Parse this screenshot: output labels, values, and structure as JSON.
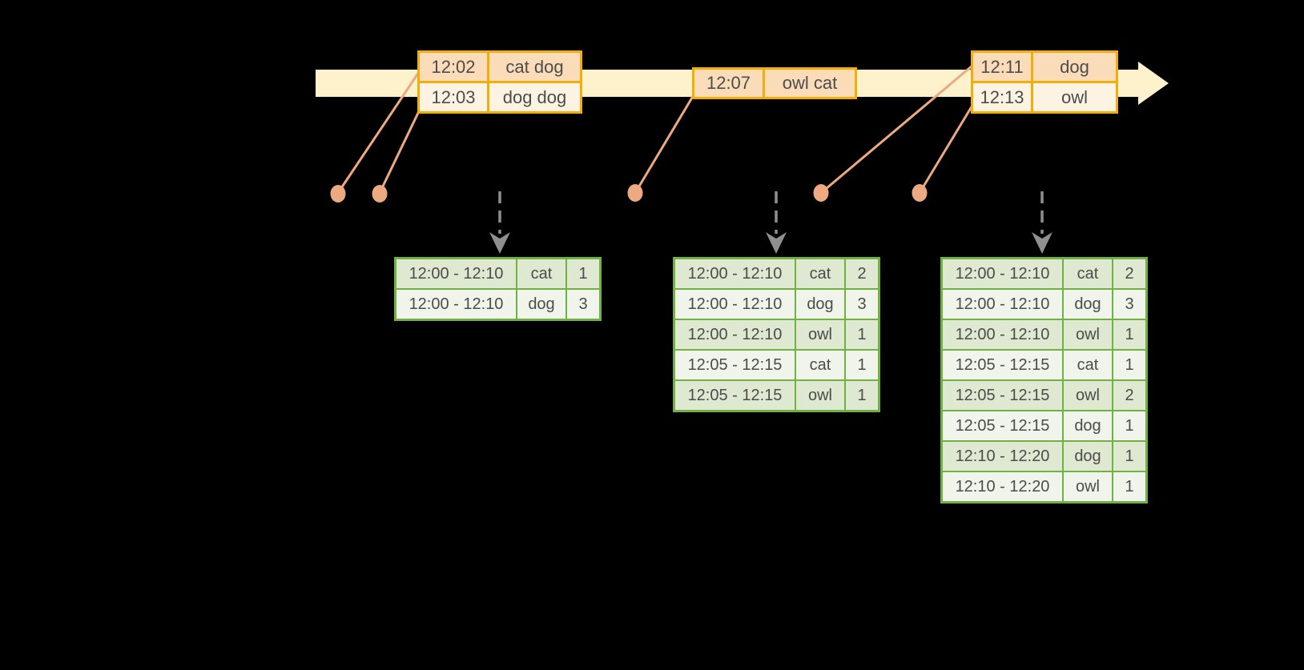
{
  "colors": {
    "background": "#000000",
    "timeline_band": "#fdf2cc",
    "event_border": "#f1ae0b",
    "event_row_dark": "#fadcb8",
    "event_row_light": "#fdf3e3",
    "event_row_mid": "#fcecd5",
    "result_border": "#6fb241",
    "result_row_dark": "#dfe8d0",
    "result_row_light": "#f0f4ea",
    "connector": "#edaa80",
    "dashed_arrow": "#8f8f8f",
    "cell_text": "#4c4c4c"
  },
  "stream": {
    "event_tables": [
      {
        "rows": [
          [
            "12:02",
            "cat dog"
          ],
          [
            "12:03",
            "dog dog"
          ]
        ]
      },
      {
        "rows": [
          [
            "12:07",
            "owl cat"
          ]
        ]
      },
      {
        "rows": [
          [
            "12:11",
            "dog"
          ],
          [
            "12:13",
            "owl"
          ]
        ]
      }
    ]
  },
  "result_tables": [
    {
      "rows": [
        [
          "12:00 - 12:10",
          "cat",
          "1"
        ],
        [
          "12:00 - 12:10",
          "dog",
          "3"
        ]
      ]
    },
    {
      "rows": [
        [
          "12:00 - 12:10",
          "cat",
          "2"
        ],
        [
          "12:00 - 12:10",
          "dog",
          "3"
        ],
        [
          "12:00 - 12:10",
          "owl",
          "1"
        ],
        [
          "12:05 - 12:15",
          "cat",
          "1"
        ],
        [
          "12:05 - 12:15",
          "owl",
          "1"
        ]
      ]
    },
    {
      "rows": [
        [
          "12:00 - 12:10",
          "cat",
          "2"
        ],
        [
          "12:00 - 12:10",
          "dog",
          "3"
        ],
        [
          "12:00 - 12:10",
          "owl",
          "1"
        ],
        [
          "12:05 - 12:15",
          "cat",
          "1"
        ],
        [
          "12:05 - 12:15",
          "owl",
          "2"
        ],
        [
          "12:05 - 12:15",
          "dog",
          "1"
        ],
        [
          "12:10 - 12:20",
          "dog",
          "1"
        ],
        [
          "12:10 - 12:20",
          "owl",
          "1"
        ]
      ]
    }
  ]
}
